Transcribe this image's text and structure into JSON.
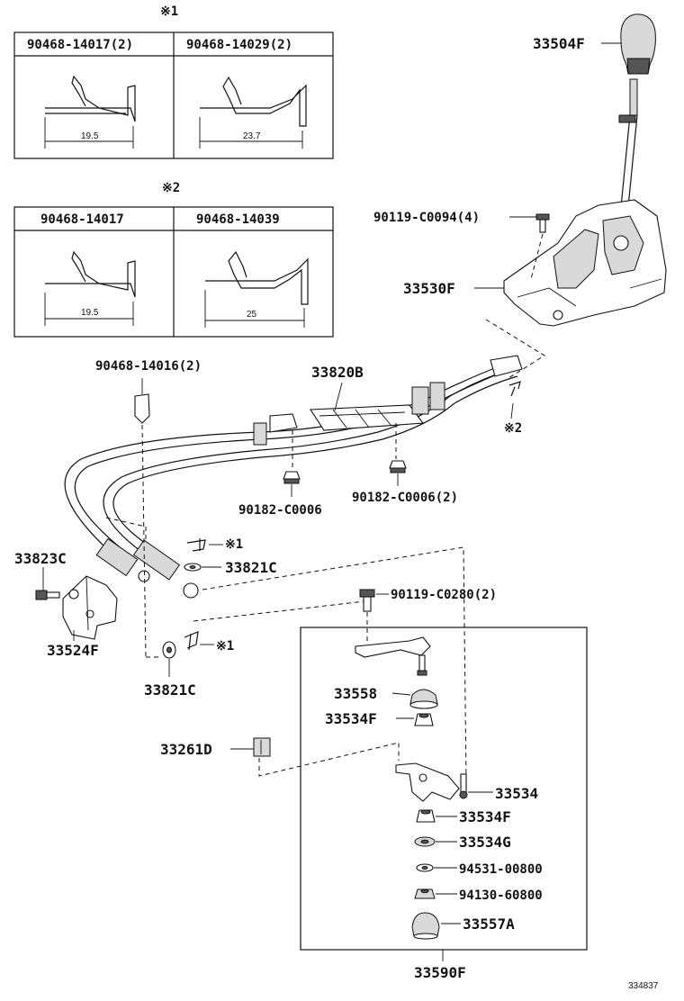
{
  "mark1": "※1",
  "mark2": "※2",
  "table1": {
    "col1": "90468-14017(2)",
    "col2": "90468-14029(2)",
    "dim1": "19.5",
    "dim2": "23.7"
  },
  "table2": {
    "col1": "90468-14017",
    "col2": "90468-14039",
    "dim1": "19.5",
    "dim2": "25"
  },
  "labels": {
    "knob": "33504F",
    "bolt_upper": "90119-C0094(4)",
    "shift_lever_housing": "33530F",
    "clip_set": "90468-14016(2)",
    "cable": "33820B",
    "nut_left": "90182-C0006",
    "nut_right": "90182-C0006(2)",
    "mark2_ref": "※2",
    "bracket_bolt": "33823C",
    "bracket": "33524F",
    "mark1_upper": "※1",
    "washer_upper": "33821C",
    "bolt_lower": "90119-C0280(2)",
    "mark1_lower": "※1",
    "washer_lower": "33821C",
    "part_33558": "33558",
    "part_33534F_a": "33534F",
    "part_33261D": "33261D",
    "part_33534": "33534",
    "part_33534F_b": "33534F",
    "part_33534G": "33534G",
    "part_94531": "94531-00800",
    "part_94130": "94130-60800",
    "part_33557A": "33557A",
    "assembly": "33590F",
    "diagram_id": "334837"
  }
}
